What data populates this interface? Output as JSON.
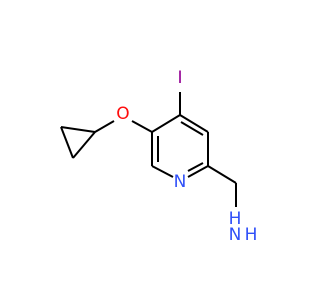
{
  "structure": {
    "atoms": {
      "iodine": {
        "label": "I",
        "color": "#940094"
      },
      "oxygen": {
        "label": "O",
        "color": "#ff0d0d"
      },
      "ring_nitrogen": {
        "label": "N",
        "color": "#3050f8"
      },
      "amine_nitrogen": {
        "label": "N",
        "color": "#3050f8"
      },
      "amine_h1": {
        "label": "H",
        "color": "#3050f8"
      },
      "amine_h2": {
        "label": "H",
        "color": "#3050f8"
      }
    },
    "bond_color": "#000000"
  }
}
